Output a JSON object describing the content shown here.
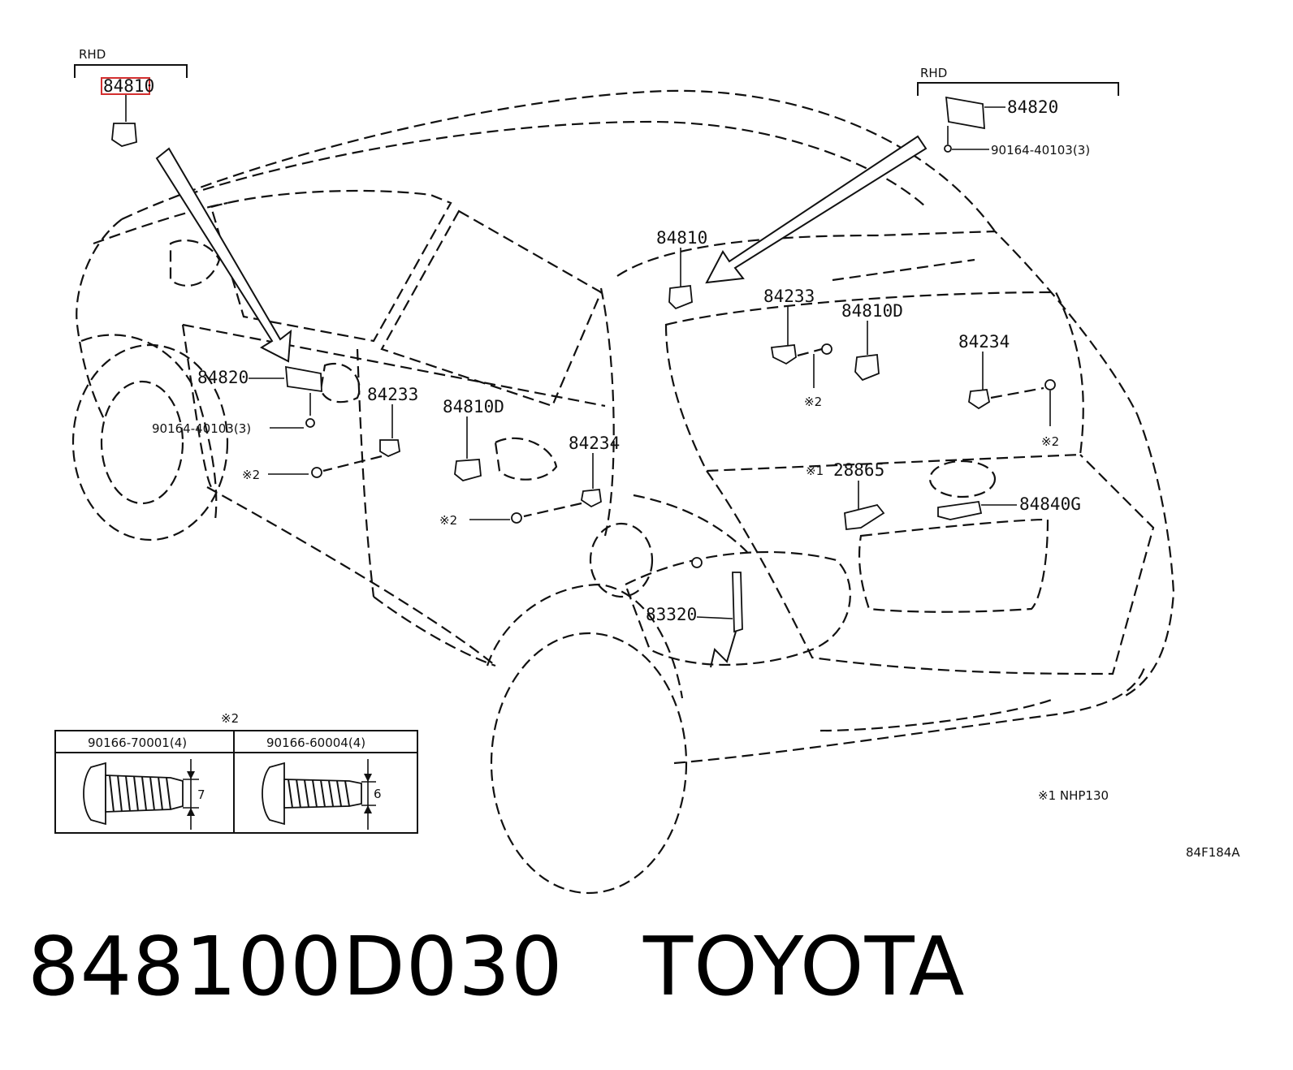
{
  "callouts": {
    "rhd_left": "RHD",
    "part_84810_highlight": "84810",
    "rhd_right": "RHD",
    "part_84820_right": "84820",
    "bolt_right": "90164-40103(3)",
    "part_84810_center": "84810",
    "part_84233_right": "84233",
    "part_84810D_right": "84810D",
    "part_84234_right": "84234",
    "mark2_a": "※2",
    "mark2_b": "※2",
    "part_84820_left": "84820",
    "bolt_left": "90164-40103(3)",
    "part_84233_left": "84233",
    "part_84810D_left": "84810D",
    "part_84234_left": "84234",
    "mark2_c": "※2",
    "mark2_d": "※2",
    "mark1_prefix": "※1",
    "part_28865": "28865",
    "part_84840G": "84840G",
    "part_83320": "83320"
  },
  "fastener_table": {
    "title": "※2",
    "columns": [
      {
        "part": "90166-70001(4)",
        "dimension": "7"
      },
      {
        "part": "90166-60004(4)",
        "dimension": "6"
      }
    ]
  },
  "footnote": "※1 NHP130",
  "diagram_code": "84F184A",
  "footer": {
    "part_number": "848100D030",
    "brand": "TOYOTA"
  },
  "colors": {
    "highlight_box": "#d32f2f",
    "line": "#111111"
  }
}
